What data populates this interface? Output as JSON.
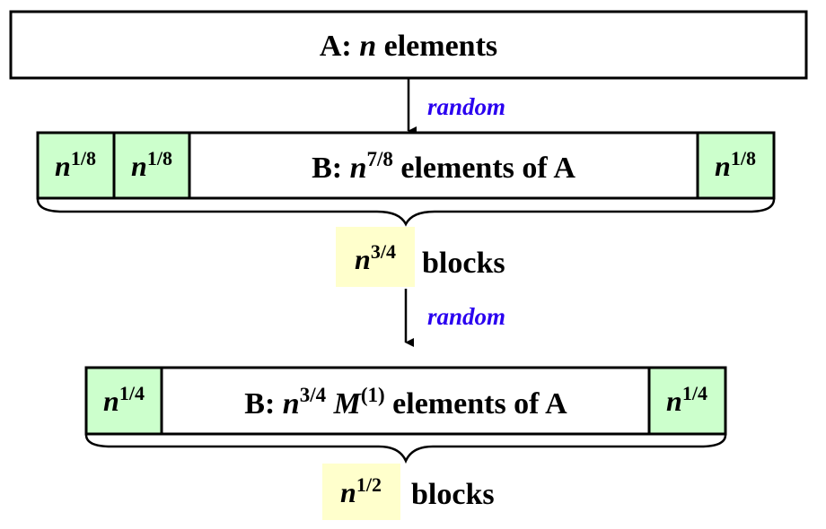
{
  "colors": {
    "green": "#ccffcc",
    "yellow": "#ffffcc",
    "random": "#2a00f0"
  },
  "box_a": {
    "prefix": "A: ",
    "var": "n",
    "suffix": " elements"
  },
  "arrow1_label": "random",
  "box_b1": {
    "cell_var": "n",
    "cell_exp": "1/8",
    "prefix": "B: ",
    "var": "n",
    "exp": "7/8",
    "suffix": " elements of A"
  },
  "blocks1": {
    "var": "n",
    "exp": "3/4",
    "label": "blocks"
  },
  "arrow2_label": "random",
  "box_b2": {
    "cell_var": "n",
    "cell_exp": "1/4",
    "prefix": "B: ",
    "var": "n",
    "exp": "3/4",
    "mvar": "M",
    "mexp": "(1)",
    "suffix": " elements of A"
  },
  "blocks2": {
    "var": "n",
    "exp": "1/2",
    "label": "blocks"
  }
}
